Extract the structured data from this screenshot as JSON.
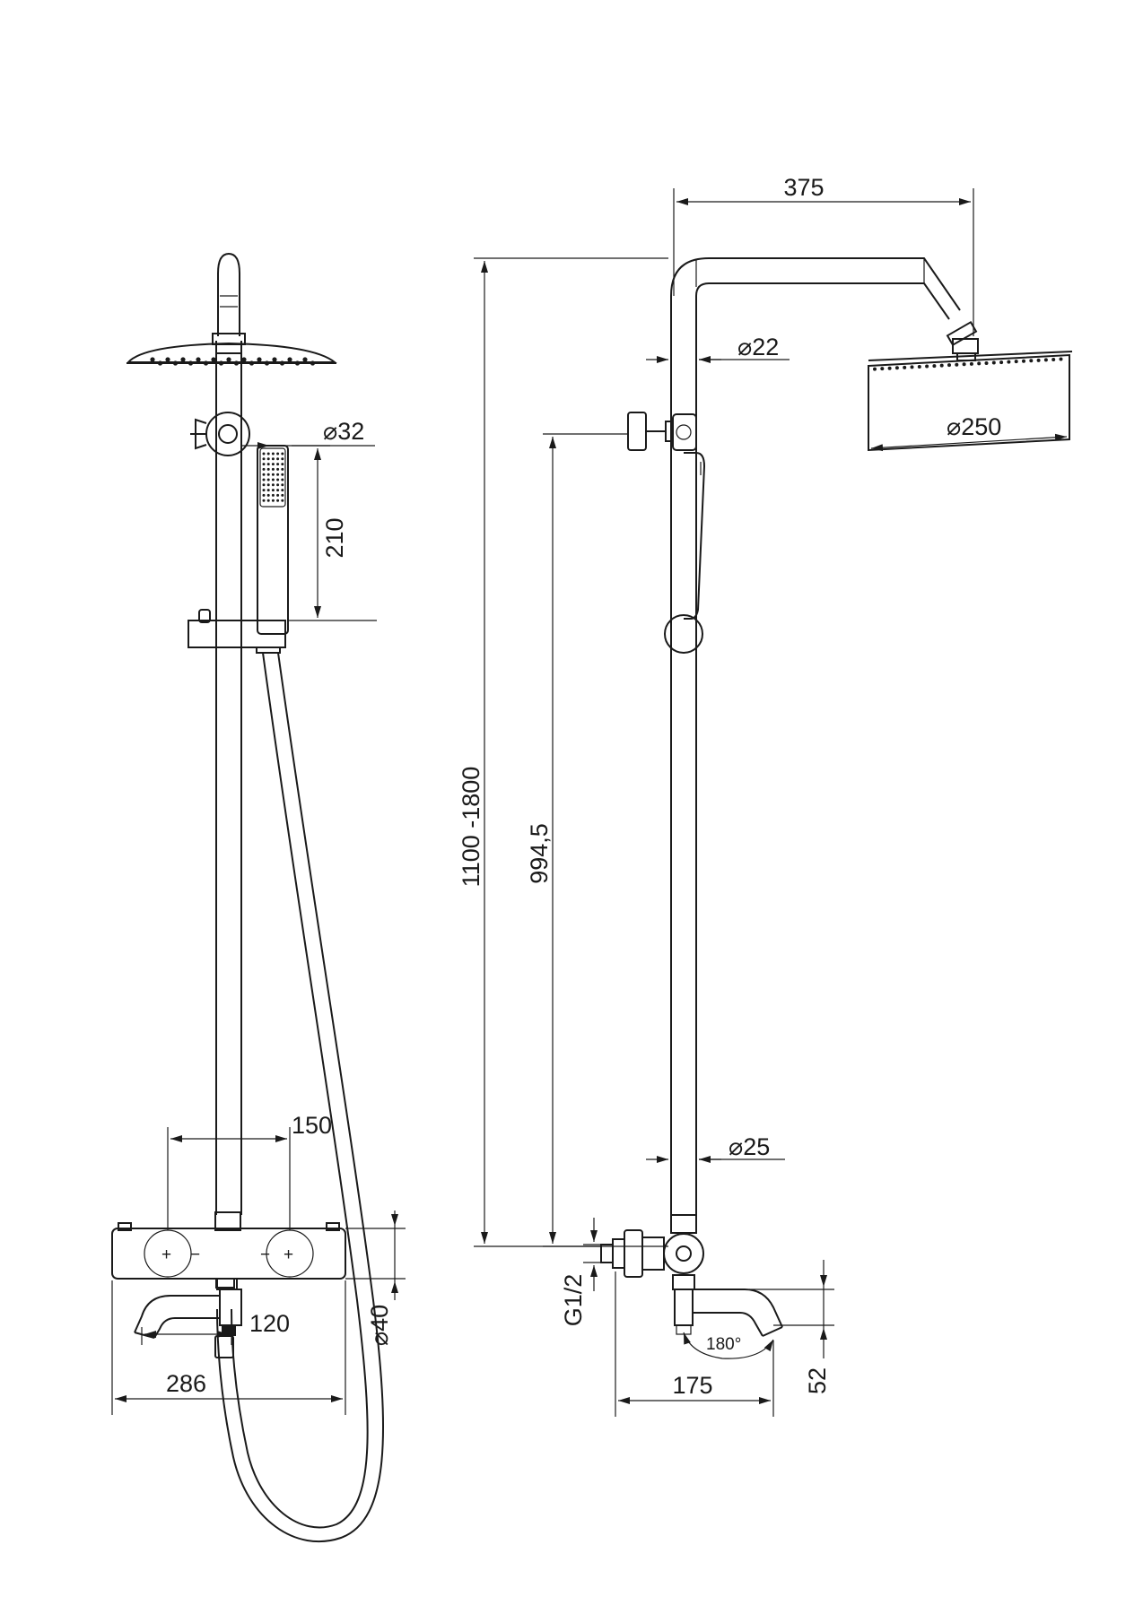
{
  "dimensions": {
    "left_view": {
      "hand_shower_diameter": "32",
      "hand_shower_length": "210",
      "tap_centers": "150",
      "spout_projection": "120",
      "mixer_width": "286",
      "mixer_body_diameter": "40"
    },
    "right_view": {
      "arm_reach": "375",
      "riser_pipe_diameter": "22",
      "head_diameter": "250",
      "height_range": "1100 -1800",
      "rail_height": "994,5",
      "lower_pipe_diameter": "25",
      "inlet_thread": "G1/2",
      "spout_rotation": "180°",
      "spout_length": "175",
      "spout_height": "52"
    }
  },
  "diameter_symbol": "⌀",
  "mixer_markings": {
    "hot": "+",
    "cold": "−"
  },
  "colors": {
    "line": "#1a1a1a",
    "background": "#ffffff"
  }
}
